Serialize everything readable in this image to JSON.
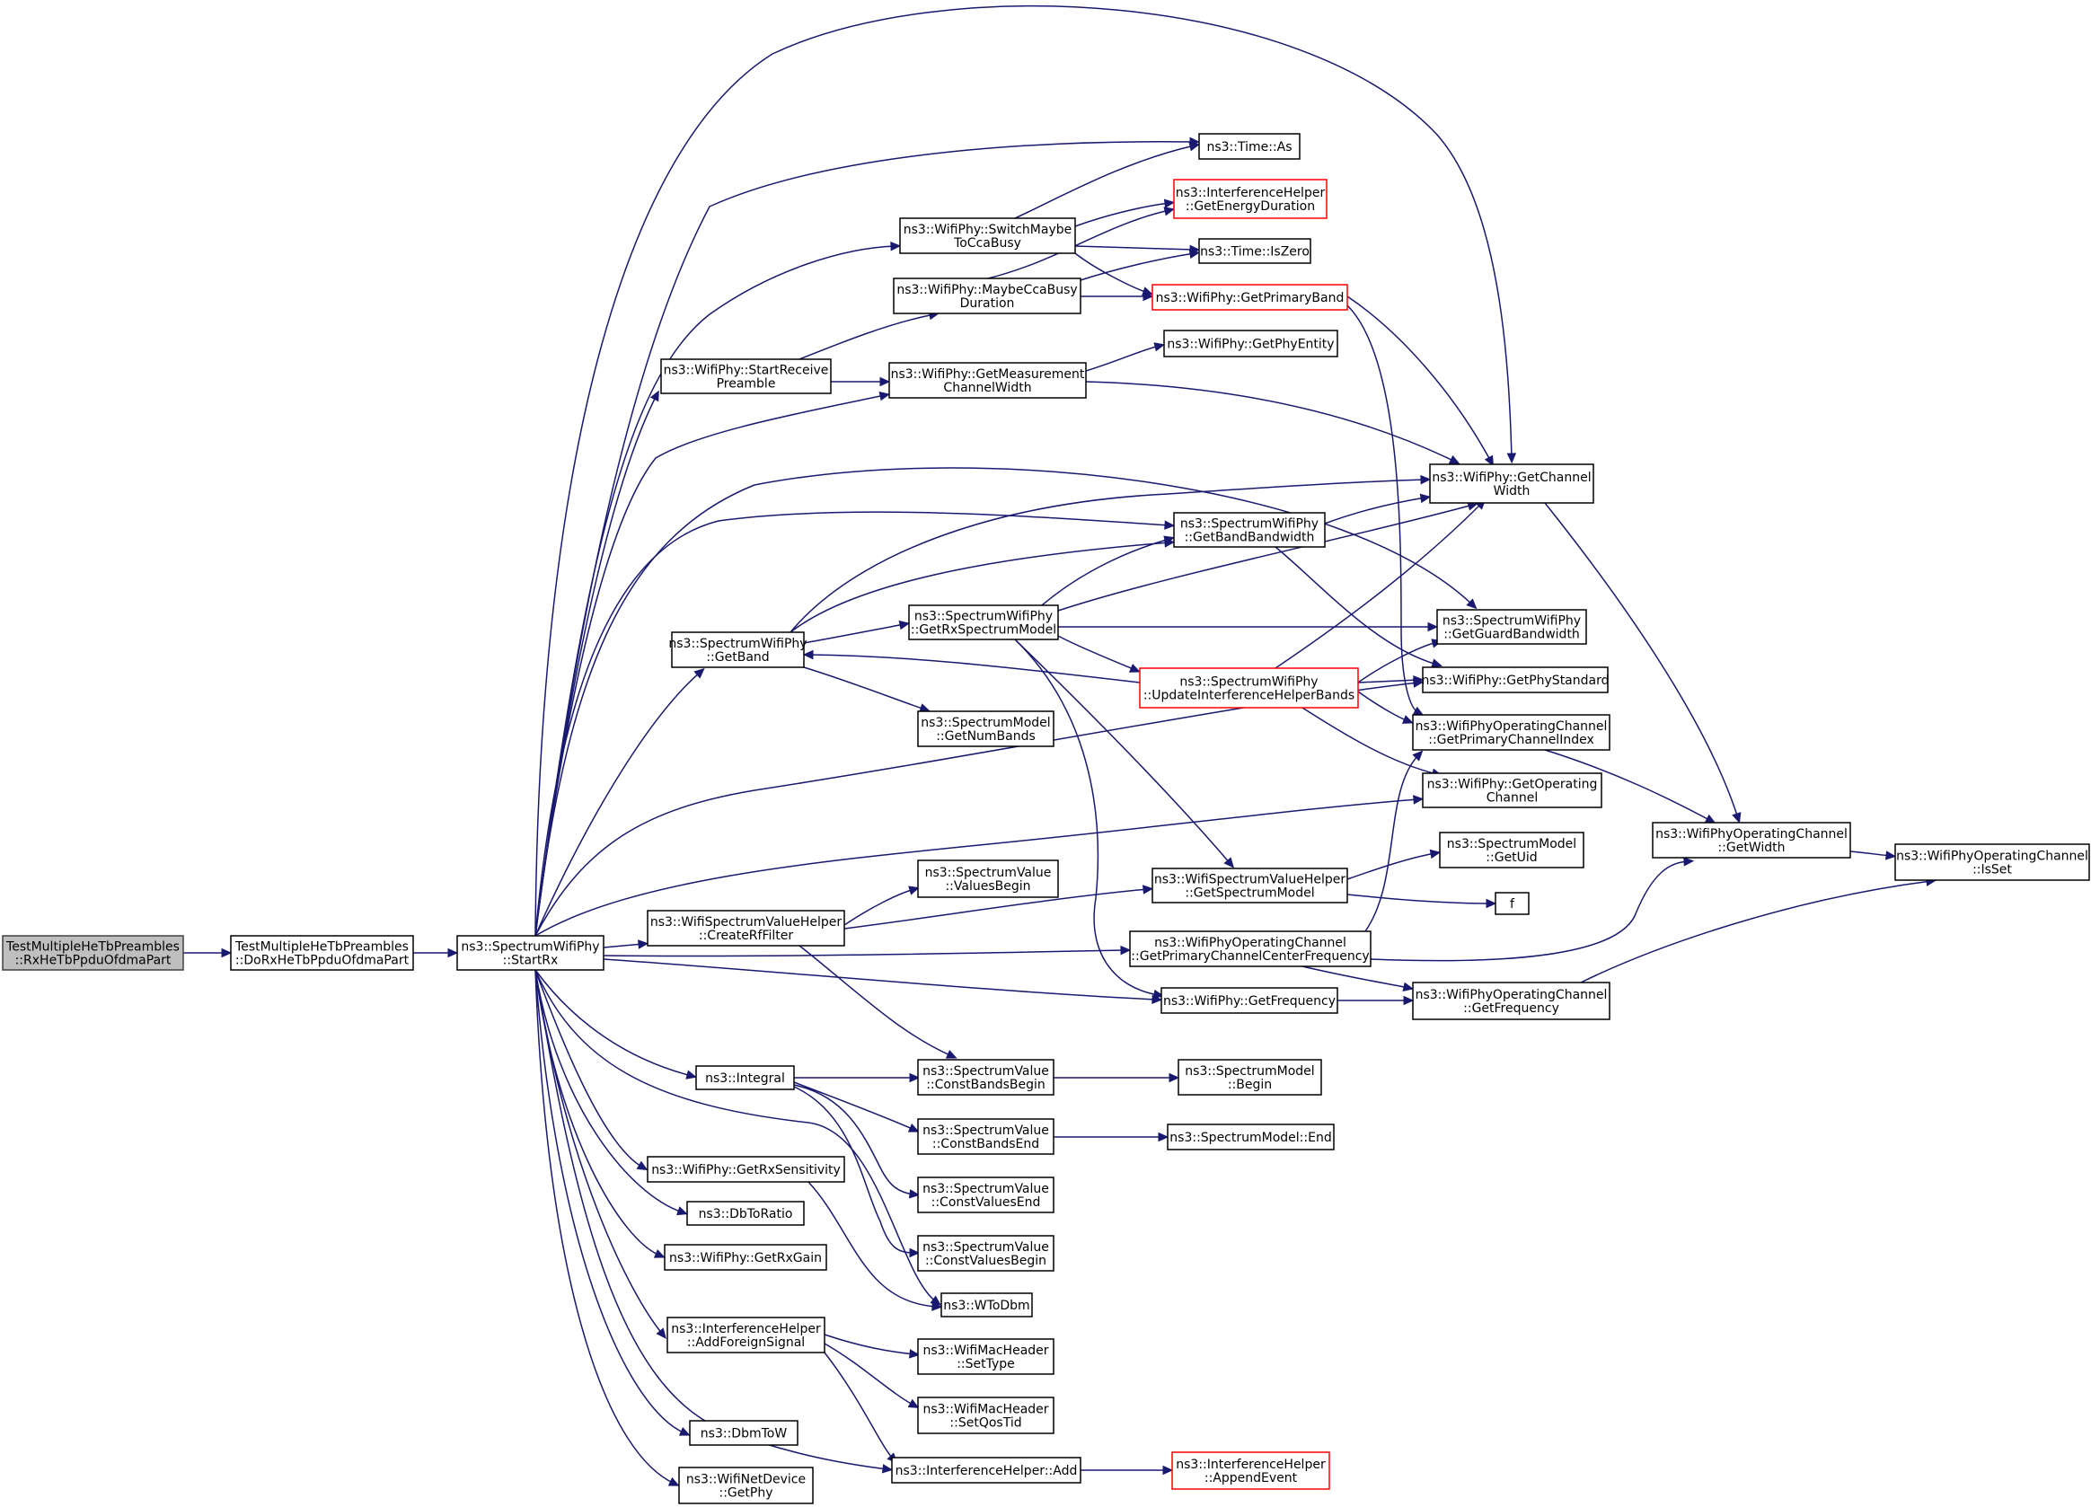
{
  "colors": {
    "edge": "#191970",
    "node_border": "#000000",
    "node_border_truncated": "#ff0000",
    "root_fill": "#bfbfbf",
    "background": "#ffffff"
  },
  "nodes": [
    {
      "id": "n0",
      "lines": [
        "TestMultipleHeTbPreambles",
        "::RxHeTbPpduOfdmaPart"
      ],
      "style": "root"
    },
    {
      "id": "n1",
      "lines": [
        "TestMultipleHeTbPreambles",
        "::DoRxHeTbPpduOfdmaPart"
      ]
    },
    {
      "id": "n2",
      "lines": [
        "ns3::SpectrumWifiPhy",
        "::StartRx"
      ]
    },
    {
      "id": "n3",
      "lines": [
        "ns3::Time::As"
      ]
    },
    {
      "id": "n4",
      "lines": [
        "ns3::WifiPhy::SwitchMaybe",
        "ToCcaBusy"
      ]
    },
    {
      "id": "n5",
      "lines": [
        "ns3::InterferenceHelper",
        "::GetEnergyDuration"
      ],
      "style": "red"
    },
    {
      "id": "n6",
      "lines": [
        "ns3::Time::IsZero"
      ]
    },
    {
      "id": "n7",
      "lines": [
        "ns3::WifiPhy::MaybeCcaBusy",
        "Duration"
      ]
    },
    {
      "id": "n8",
      "lines": [
        "ns3::WifiPhy::GetPrimaryBand"
      ],
      "style": "red"
    },
    {
      "id": "n9",
      "lines": [
        "ns3::WifiPhy::GetPhyEntity"
      ]
    },
    {
      "id": "n10",
      "lines": [
        "ns3::WifiPhy::StartReceive",
        "Preamble"
      ]
    },
    {
      "id": "n11",
      "lines": [
        "ns3::WifiPhy::GetMeasurement",
        "ChannelWidth"
      ]
    },
    {
      "id": "n12",
      "lines": [
        "ns3::WifiPhy::GetChannel",
        "Width"
      ]
    },
    {
      "id": "n13",
      "lines": [
        "ns3::SpectrumWifiPhy",
        "::GetBandBandwidth"
      ]
    },
    {
      "id": "n14",
      "lines": [
        "ns3::SpectrumWifiPhy",
        "::GetRxSpectrumModel"
      ]
    },
    {
      "id": "n15",
      "lines": [
        "ns3::SpectrumWifiPhy",
        "::GetGuardBandwidth"
      ]
    },
    {
      "id": "n16",
      "lines": [
        "ns3::SpectrumWifiPhy",
        "::GetBand"
      ]
    },
    {
      "id": "n17",
      "lines": [
        "ns3::SpectrumWifiPhy",
        "::UpdateInterferenceHelperBands"
      ],
      "style": "red"
    },
    {
      "id": "n18",
      "lines": [
        "ns3::WifiPhy::GetPhyStandard"
      ]
    },
    {
      "id": "n19",
      "lines": [
        "ns3::SpectrumModel",
        "::GetNumBands"
      ]
    },
    {
      "id": "n20",
      "lines": [
        "ns3::WifiPhyOperatingChannel",
        "::GetPrimaryChannelIndex"
      ]
    },
    {
      "id": "n21",
      "lines": [
        "ns3::WifiPhy::GetOperating",
        "Channel"
      ]
    },
    {
      "id": "n22",
      "lines": [
        "ns3::WifiPhyOperatingChannel",
        "::GetWidth"
      ]
    },
    {
      "id": "n23",
      "lines": [
        "ns3::SpectrumModel",
        "::GetUid"
      ]
    },
    {
      "id": "n24",
      "lines": [
        "ns3::WifiPhyOperatingChannel",
        "::IsSet"
      ]
    },
    {
      "id": "n25",
      "lines": [
        "ns3::SpectrumValue",
        "::ValuesBegin"
      ]
    },
    {
      "id": "n26",
      "lines": [
        "ns3::WifiSpectrumValueHelper",
        "::GetSpectrumModel"
      ]
    },
    {
      "id": "n27",
      "lines": [
        "f"
      ]
    },
    {
      "id": "n28",
      "lines": [
        "ns3::WifiSpectrumValueHelper",
        "::CreateRfFilter"
      ]
    },
    {
      "id": "n29",
      "lines": [
        "ns3::WifiPhyOperatingChannel",
        "::GetPrimaryChannelCenterFrequency"
      ]
    },
    {
      "id": "n30",
      "lines": [
        "ns3::WifiPhy::GetFrequency"
      ]
    },
    {
      "id": "n31",
      "lines": [
        "ns3::WifiPhyOperatingChannel",
        "::GetFrequency"
      ]
    },
    {
      "id": "n32",
      "lines": [
        "ns3::Integral"
      ]
    },
    {
      "id": "n33",
      "lines": [
        "ns3::SpectrumValue",
        "::ConstBandsBegin"
      ]
    },
    {
      "id": "n34",
      "lines": [
        "ns3::SpectrumModel",
        "::Begin"
      ]
    },
    {
      "id": "n35",
      "lines": [
        "ns3::SpectrumValue",
        "::ConstBandsEnd"
      ]
    },
    {
      "id": "n36",
      "lines": [
        "ns3::SpectrumModel::End"
      ]
    },
    {
      "id": "n37",
      "lines": [
        "ns3::WifiPhy::GetRxSensitivity"
      ]
    },
    {
      "id": "n38",
      "lines": [
        "ns3::SpectrumValue",
        "::ConstValuesEnd"
      ]
    },
    {
      "id": "n39",
      "lines": [
        "ns3::DbToRatio"
      ]
    },
    {
      "id": "n40",
      "lines": [
        "ns3::SpectrumValue",
        "::ConstValuesBegin"
      ]
    },
    {
      "id": "n41",
      "lines": [
        "ns3::WifiPhy::GetRxGain"
      ]
    },
    {
      "id": "n42",
      "lines": [
        "ns3::WToDbm"
      ]
    },
    {
      "id": "n43",
      "lines": [
        "ns3::InterferenceHelper",
        "::AddForeignSignal"
      ]
    },
    {
      "id": "n44",
      "lines": [
        "ns3::WifiMacHeader",
        "::SetType"
      ]
    },
    {
      "id": "n45",
      "lines": [
        "ns3::WifiMacHeader",
        "::SetQosTid"
      ]
    },
    {
      "id": "n46",
      "lines": [
        "ns3::DbmToW"
      ]
    },
    {
      "id": "n47",
      "lines": [
        "ns3::InterferenceHelper::Add"
      ]
    },
    {
      "id": "n48",
      "lines": [
        "ns3::InterferenceHelper",
        "::AppendEvent"
      ],
      "style": "red"
    },
    {
      "id": "n49",
      "lines": [
        "ns3::WifiNetDevice",
        "::GetPhy"
      ]
    }
  ]
}
